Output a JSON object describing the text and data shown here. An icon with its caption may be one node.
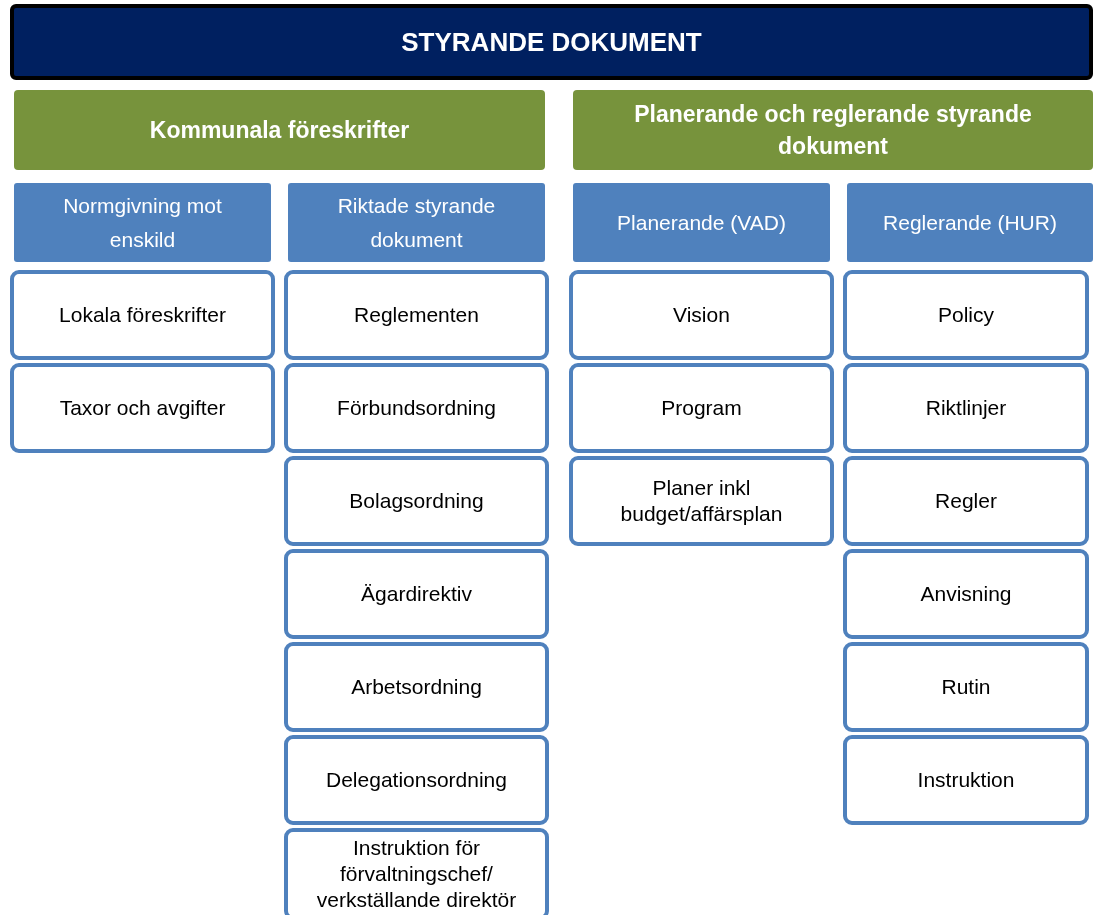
{
  "diagram": {
    "nodes": [
      {
        "text": [
          "STYRANDE DOKUMENT"
        ]
      },
      {
        "text": [
          "Kommunala föreskrifter"
        ]
      },
      {
        "text": [
          "Planerande och reglerande styrande dokument"
        ]
      },
      {
        "text": [
          "Normgivning mot enskild"
        ]
      },
      {
        "text": [
          "Riktade styrande dokument"
        ]
      },
      {
        "text": [
          "Planerande (VAD)"
        ]
      },
      {
        "text": [
          "Reglerande (HUR)"
        ]
      },
      {
        "text": [
          "Lokala föreskrifter"
        ]
      },
      {
        "text": [
          "Taxor och avgifter"
        ]
      },
      {
        "text": [
          "Reglementen"
        ]
      },
      {
        "text": [
          "Förbundsordning"
        ]
      },
      {
        "text": [
          "Bolagsordning"
        ]
      },
      {
        "text": [
          "Ägardirektiv"
        ]
      },
      {
        "text": [
          "Arbetsordning"
        ]
      },
      {
        "text": [
          "Delegationsordning"
        ]
      },
      {
        "text": [
          "Instruktion för förvaltningschef/ verkställande direktör"
        ]
      },
      {
        "text": [
          "Vision"
        ]
      },
      {
        "text": [
          "Program"
        ]
      },
      {
        "text": [
          "Planer inkl budget/affärsplan"
        ]
      },
      {
        "text": [
          "Policy"
        ]
      },
      {
        "text": [
          "Riktlinjer"
        ]
      },
      {
        "text": [
          "Regler"
        ]
      },
      {
        "text": [
          "Anvisning"
        ]
      },
      {
        "text": [
          "Rutin"
        ]
      },
      {
        "text": [
          "Instruktion"
        ]
      }
    ]
  }
}
